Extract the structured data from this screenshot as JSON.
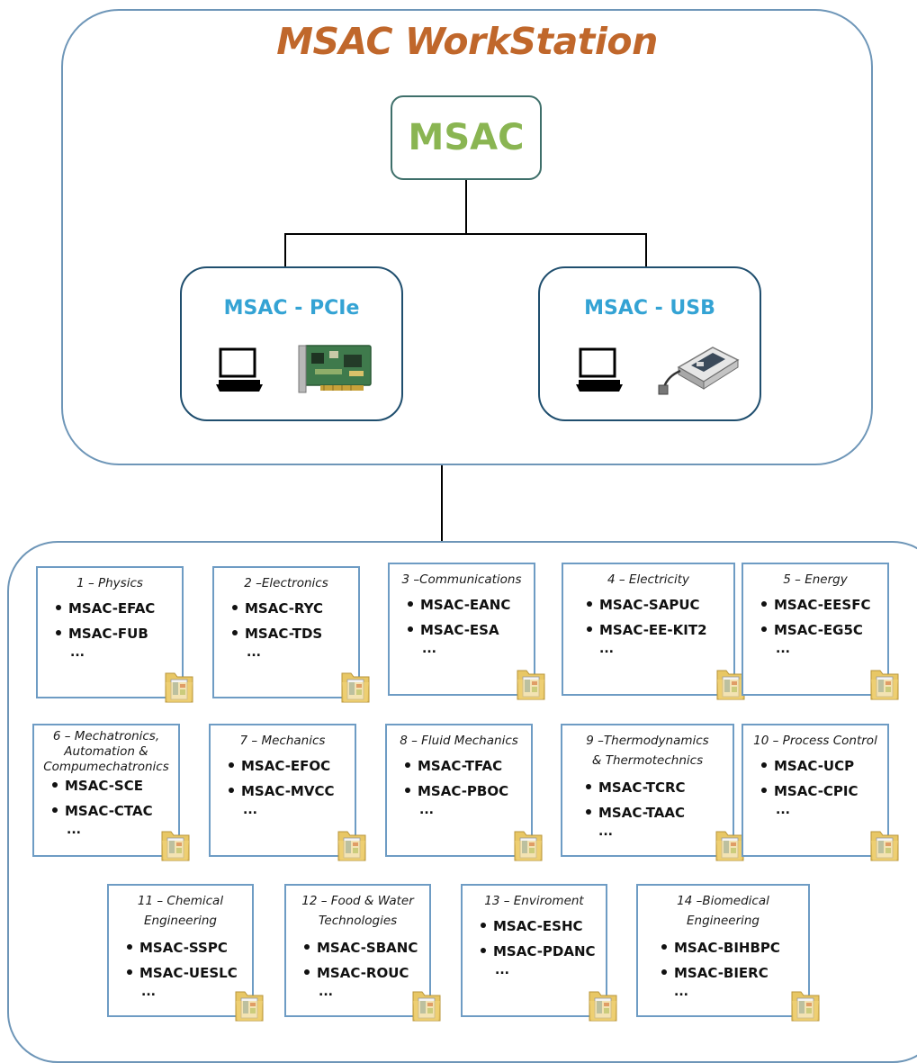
{
  "workstation": {
    "title": "MSAC WorkStation",
    "root_label": "MSAC",
    "interfaces": [
      {
        "label": "MSAC - PCIe",
        "device_icon": "pcie-card-icon"
      },
      {
        "label": "MSAC - USB",
        "device_icon": "usb-daq-icon"
      }
    ]
  },
  "colors": {
    "title": "#c0672b",
    "root_label": "#8ab552",
    "interface_label": "#34a3d4",
    "frame_border": "#6e96b8",
    "card_border": "#6e9cc4"
  },
  "cards": [
    {
      "title": [
        "1 – Physics"
      ],
      "items": [
        "MSAC-EFAC",
        "MSAC-FUB"
      ],
      "more": "..."
    },
    {
      "title": [
        "2 –Electronics"
      ],
      "items": [
        "MSAC-RYC",
        "MSAC-TDS"
      ],
      "more": "..."
    },
    {
      "title": [
        "3 –Communications"
      ],
      "items": [
        "MSAC-EANC",
        "MSAC-ESA"
      ],
      "more": "..."
    },
    {
      "title": [
        "4 – Electricity"
      ],
      "items": [
        "MSAC-SAPUC",
        "MSAC-EE-KIT2"
      ],
      "more": "..."
    },
    {
      "title": [
        "5 – Energy"
      ],
      "items": [
        "MSAC-EESFC",
        "MSAC-EG5C"
      ],
      "more": "..."
    },
    {
      "title": [
        "6 – Mechatronics,",
        "Automation &",
        "Compumechatronics"
      ],
      "items": [
        "MSAC-SCE",
        "MSAC-CTAC"
      ],
      "more": "..."
    },
    {
      "title": [
        "7 – Mechanics"
      ],
      "items": [
        "MSAC-EFOC",
        "MSAC-MVCC"
      ],
      "more": "..."
    },
    {
      "title": [
        "8 – Fluid Mechanics"
      ],
      "items": [
        "MSAC-TFAC",
        "MSAC-PBOC"
      ],
      "more": "..."
    },
    {
      "title": [
        "9 –Thermodynamics",
        "& Thermotechnics"
      ],
      "items": [
        "MSAC-TCRC",
        "MSAC-TAAC"
      ],
      "more": "..."
    },
    {
      "title": [
        "10 – Process Control"
      ],
      "items": [
        "MSAC-UCP",
        "MSAC-CPIC"
      ],
      "more": "..."
    },
    {
      "title": [
        "11 – Chemical",
        "Engineering"
      ],
      "items": [
        "MSAC-SSPC",
        "MSAC-UESLC"
      ],
      "more": "..."
    },
    {
      "title": [
        "12 – Food & Water",
        "Technologies"
      ],
      "items": [
        "MSAC-SBANC",
        "MSAC-ROUC"
      ],
      "more": "..."
    },
    {
      "title": [
        "13 – Enviroment"
      ],
      "items": [
        "MSAC-ESHC",
        "MSAC-PDANC"
      ],
      "more": "..."
    },
    {
      "title": [
        "14 –Biomedical",
        "Engineering"
      ],
      "items": [
        "MSAC-BIHBPC",
        "MSAC-BIERC"
      ],
      "more": "..."
    }
  ]
}
